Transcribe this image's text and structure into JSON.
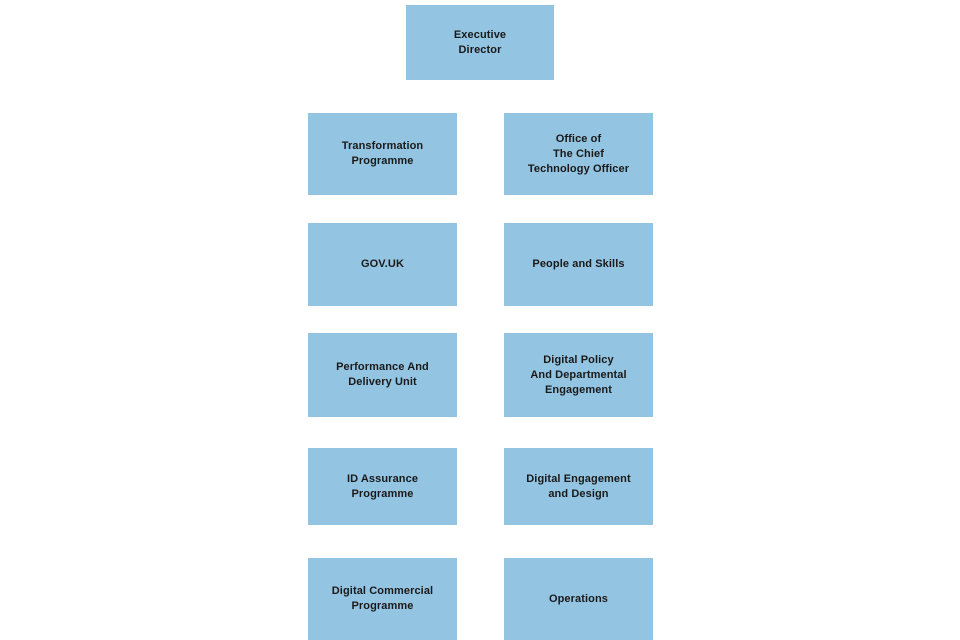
{
  "diagram": {
    "type": "organisation-chart",
    "background_color": "#ffffff",
    "node_fill_color": "#93c4e1",
    "node_text_color": "#1a1a1a",
    "root": {
      "label": "Executive\nDirector"
    },
    "columns": {
      "left": [
        {
          "label": "Transformation\nProgramme"
        },
        {
          "label": "GOV.UK"
        },
        {
          "label": "Performance And\nDelivery Unit"
        },
        {
          "label": "ID Assurance\nProgramme"
        },
        {
          "label": "Digital Commercial\nProgramme"
        }
      ],
      "right": [
        {
          "label": "Office of\nThe Chief\nTechnology Officer"
        },
        {
          "label": "People and Skills"
        },
        {
          "label": "Digital Policy\nAnd Departmental\nEngagement"
        },
        {
          "label": "Digital Engagement\nand Design"
        },
        {
          "label": "Operations"
        }
      ]
    }
  }
}
